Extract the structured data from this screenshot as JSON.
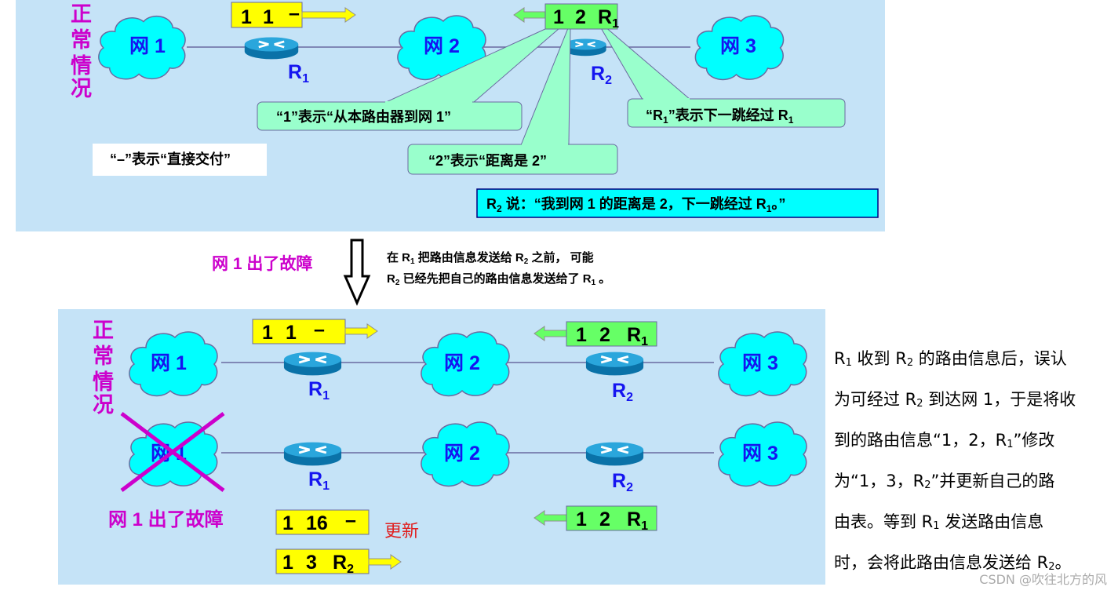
{
  "top": {
    "title_chars": [
      "正",
      "常",
      "情",
      "况"
    ],
    "nets": [
      "网 1",
      "网 2",
      "网 3"
    ],
    "r1": "R",
    "r1_sub": "1",
    "r2": "R",
    "r2_sub": "2",
    "msg_r1": {
      "a": "1",
      "b": "1",
      "c": "–"
    },
    "msg_r2": {
      "a": "1",
      "b": "2",
      "c": "R",
      "c_sub": "1"
    },
    "callout1": "“1”表示“从本路由器到网 1”",
    "callout2": "“2”表示“距离是 2”",
    "callout3_a": "“R",
    "callout3_sub": "1",
    "callout3_b": "”表示下一跳经过 R",
    "callout3_sub2": "1",
    "dash_note": "“–”表示“直接交付”",
    "r2_says_a": "R",
    "r2_says_sub": "2",
    "r2_says_b": " 说：“我到网 1 的距离是 2，下一跳经过 R",
    "r2_says_sub2": "1",
    "r2_says_c": "。”"
  },
  "middle": {
    "fault": "网 1 出了故障",
    "note1_a": "在 R",
    "note1_sub": "1",
    "note1_b": " 把路由信息发送给 R",
    "note1_sub2": "2",
    "note1_c": " 之前， 可能",
    "note2_a": "R",
    "note2_sub": "2",
    "note2_b": " 已经先把自己的路由信息发送给了 R",
    "note2_sub2": "1",
    "note2_c": " 。"
  },
  "bottom": {
    "title_chars": [
      "正",
      "常",
      "情",
      "况"
    ],
    "nets": [
      "网 1",
      "网 2",
      "网 3"
    ],
    "r": "R",
    "sub1": "1",
    "sub2": "2",
    "msg1": {
      "a": "1",
      "b": "1",
      "c": "–"
    },
    "msg2": {
      "a": "1",
      "b": "2",
      "c": "R",
      "c_sub": "1"
    },
    "fault": "网 1 出了故障",
    "msg3": {
      "a": "1",
      "b": "16",
      "c": "–"
    },
    "update": "更新",
    "msg4": {
      "a": "1",
      "b": "3",
      "c": "R",
      "c_sub": "2"
    },
    "msg5": {
      "a": "1",
      "b": "2",
      "c": "R",
      "c_sub": "1"
    }
  },
  "side_text": {
    "l1a": "R",
    "l1s": "1",
    "l1b": " 收到 R",
    "l1s2": "2",
    "l1c": " 的路由信息后，误认",
    "l2a": "为可经过 R",
    "l2s": "2",
    "l2b": " 到达网 1，于是将收",
    "l3a": "到的路由信息“1，2，R",
    "l3s": "1",
    "l3b": "”修改",
    "l4a": "为“1，3，R",
    "l4s": "2",
    "l4b": "”并更新自己的路",
    "l5a": "由表。等到 R",
    "l5s": "1",
    "l5b": " 发送路由信息",
    "l6a": "时，会将此路由信息发送给 R",
    "l6s": "2",
    "l6b": "。"
  },
  "watermark": "CSDN @吹往北方的风",
  "colors": {
    "panel": "#c5e3f7",
    "cloud": "#00ffff",
    "yellow": "#ffff00",
    "green": "#66ff66",
    "callout": "#99ffcc",
    "magenta": "#cc00cc",
    "net_text": "#1515f0"
  }
}
